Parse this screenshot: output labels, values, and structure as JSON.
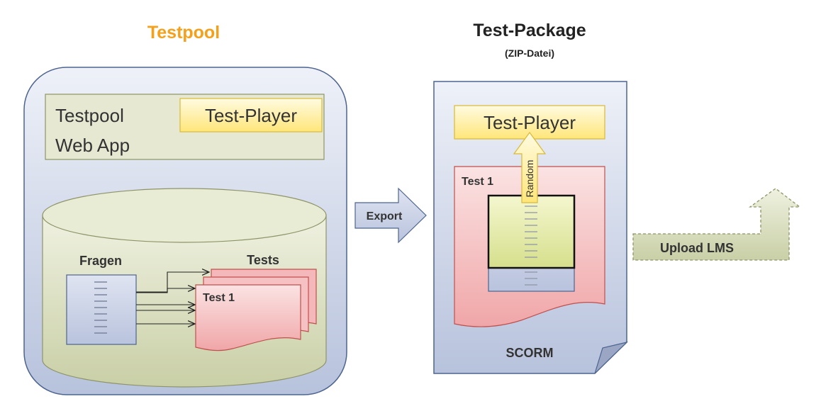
{
  "testpool": {
    "title": "Testpool",
    "title_color": "#f5a01a",
    "webapp_label_line1": "Testpool",
    "webapp_label_line2": "Web App",
    "player_label": "Test-Player",
    "db": {
      "fragen_label": "Fragen",
      "tests_label": "Tests",
      "test_label": "Test 1"
    }
  },
  "export_label": "Export",
  "package": {
    "title": "Test-Package",
    "subtitle": "(ZIP-Datei)",
    "player_label": "Test-Player",
    "test_label": "Test 1",
    "random_label": "Random",
    "scorm_label": "SCORM"
  },
  "upload_label": "Upload LMS",
  "colors": {
    "blue_box": "#cdd5e8",
    "blue_stroke": "#4d648f",
    "olive": "#e3e6cc",
    "yellow": "#fff0a0",
    "pink": "#f3b6b8",
    "pink_stroke": "#c0504d"
  }
}
